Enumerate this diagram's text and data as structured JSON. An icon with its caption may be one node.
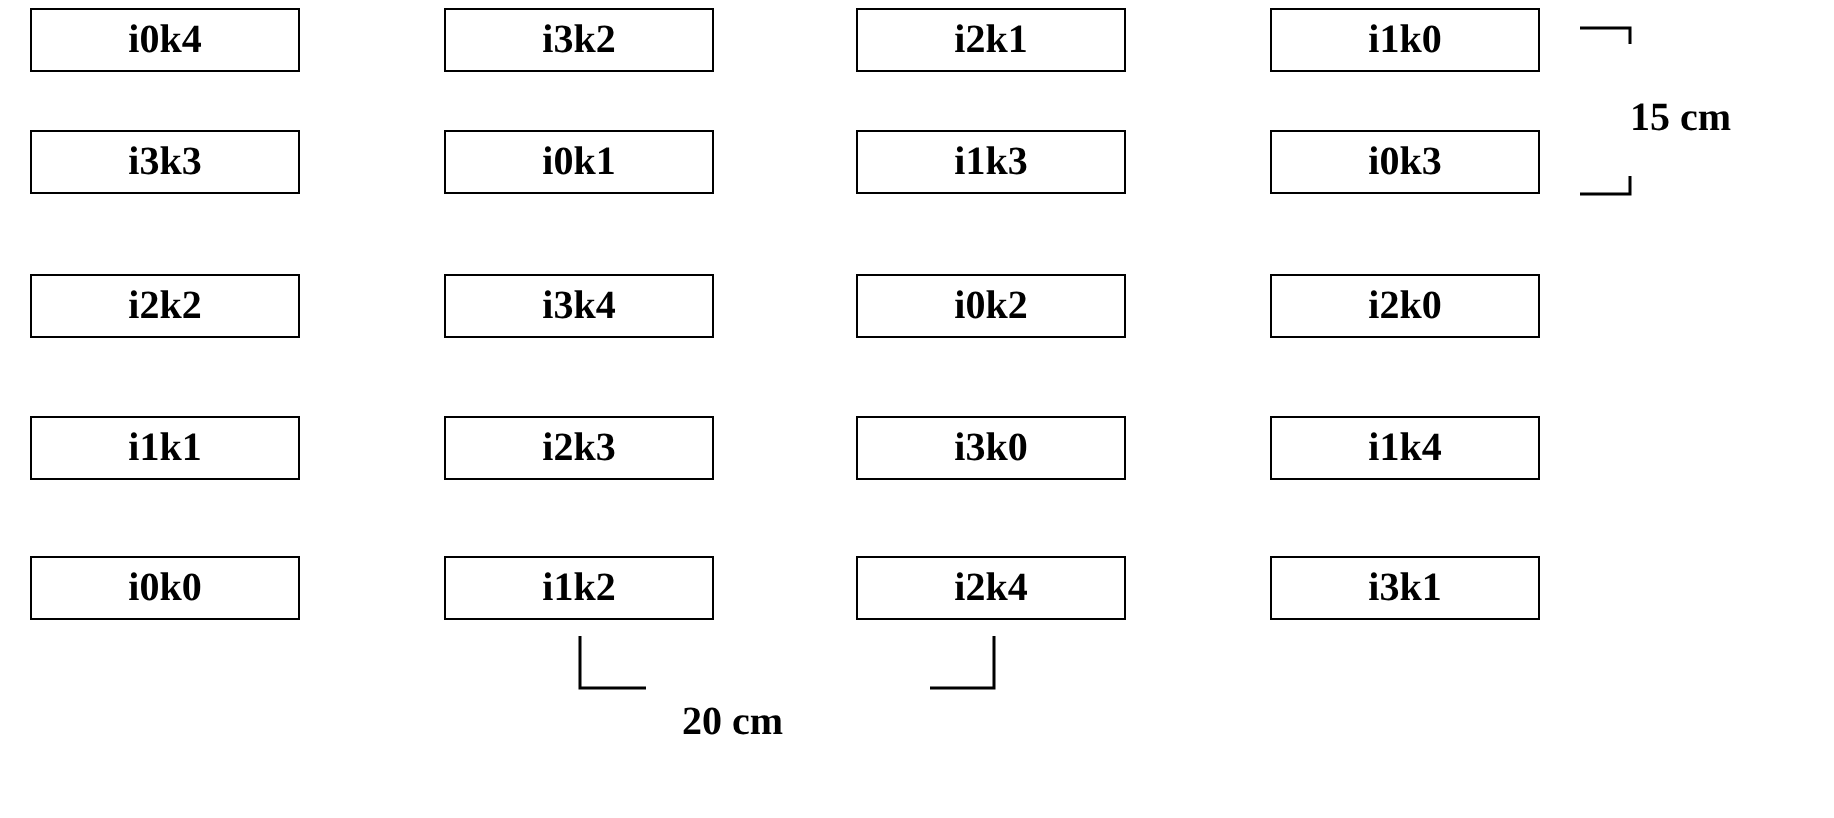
{
  "diagram": {
    "nodes": [
      {
        "text": [
          "i0k4"
        ]
      },
      {
        "text": [
          "i3k2"
        ]
      },
      {
        "text": [
          "i2k1"
        ]
      },
      {
        "text": [
          "i1k0"
        ]
      },
      {
        "text": [
          "i3k3"
        ]
      },
      {
        "text": [
          "i0k1"
        ]
      },
      {
        "text": [
          "i1k3"
        ]
      },
      {
        "text": [
          "i0k3"
        ]
      },
      {
        "text": [
          "i2k2"
        ]
      },
      {
        "text": [
          "i3k4"
        ]
      },
      {
        "text": [
          "i0k2"
        ]
      },
      {
        "text": [
          "i2k0"
        ]
      },
      {
        "text": [
          "i1k1"
        ]
      },
      {
        "text": [
          "i2k3"
        ]
      },
      {
        "text": [
          "i3k0"
        ]
      },
      {
        "text": [
          "i1k4"
        ]
      },
      {
        "text": [
          "i0k0"
        ]
      },
      {
        "text": [
          "i1k2"
        ]
      },
      {
        "text": [
          "i2k4"
        ]
      },
      {
        "text": [
          "i3k1"
        ]
      }
    ],
    "labels": [
      "15 cm",
      "20 cm"
    ]
  }
}
